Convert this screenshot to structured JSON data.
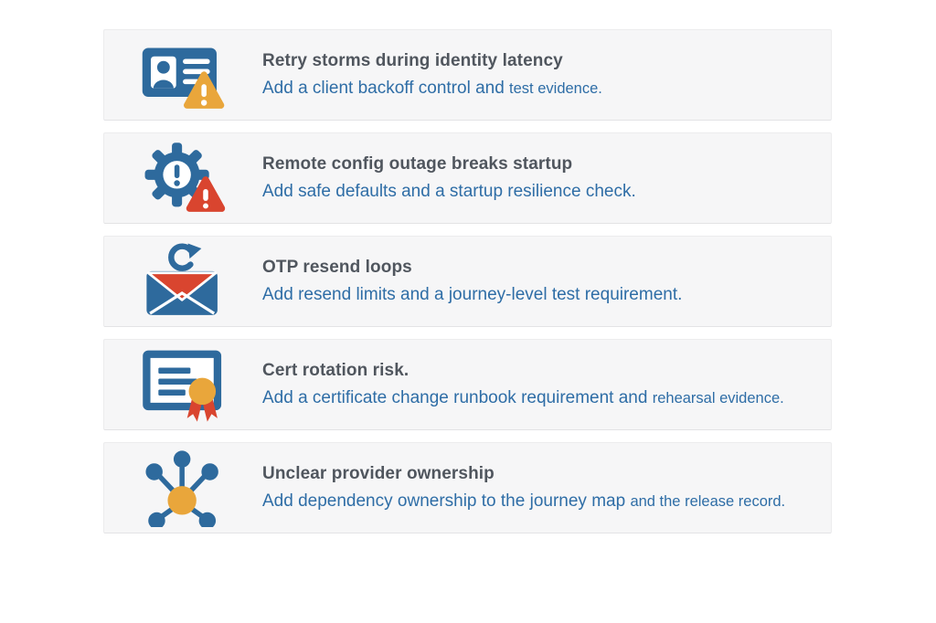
{
  "colors": {
    "icon_blue": "#2e6a9d",
    "accent_gold": "#e9a63b",
    "alert_red": "#d9452f",
    "title_gray": "#50565e",
    "subtitle_blue": "#2e6da6",
    "card_background": "#f6f6f7"
  },
  "rows": [
    {
      "icon": "id-card-warning-icon",
      "title": "Retry storms during identity latency",
      "subtitle": "Add a client backoff control and ",
      "subtitle_tail": "test evidence."
    },
    {
      "icon": "gear-alert-icon",
      "title": "Remote config outage breaks startup",
      "subtitle": "Add safe defaults and a startup resilience check.",
      "subtitle_tail": ""
    },
    {
      "icon": "email-refresh-icon",
      "title": "OTP resend loops",
      "subtitle": "Add resend limits and a journey-level test requirement.",
      "subtitle_tail": ""
    },
    {
      "icon": "certificate-ribbon-icon",
      "title": "Cert rotation risk.",
      "subtitle": "Add a certificate change runbook requirement and ",
      "subtitle_tail": "rehearsal evidence."
    },
    {
      "icon": "network-nodes-icon",
      "title": "Unclear provider ownership",
      "subtitle": "Add dependency ownership to the journey map ",
      "subtitle_tail": "and the release record."
    }
  ]
}
